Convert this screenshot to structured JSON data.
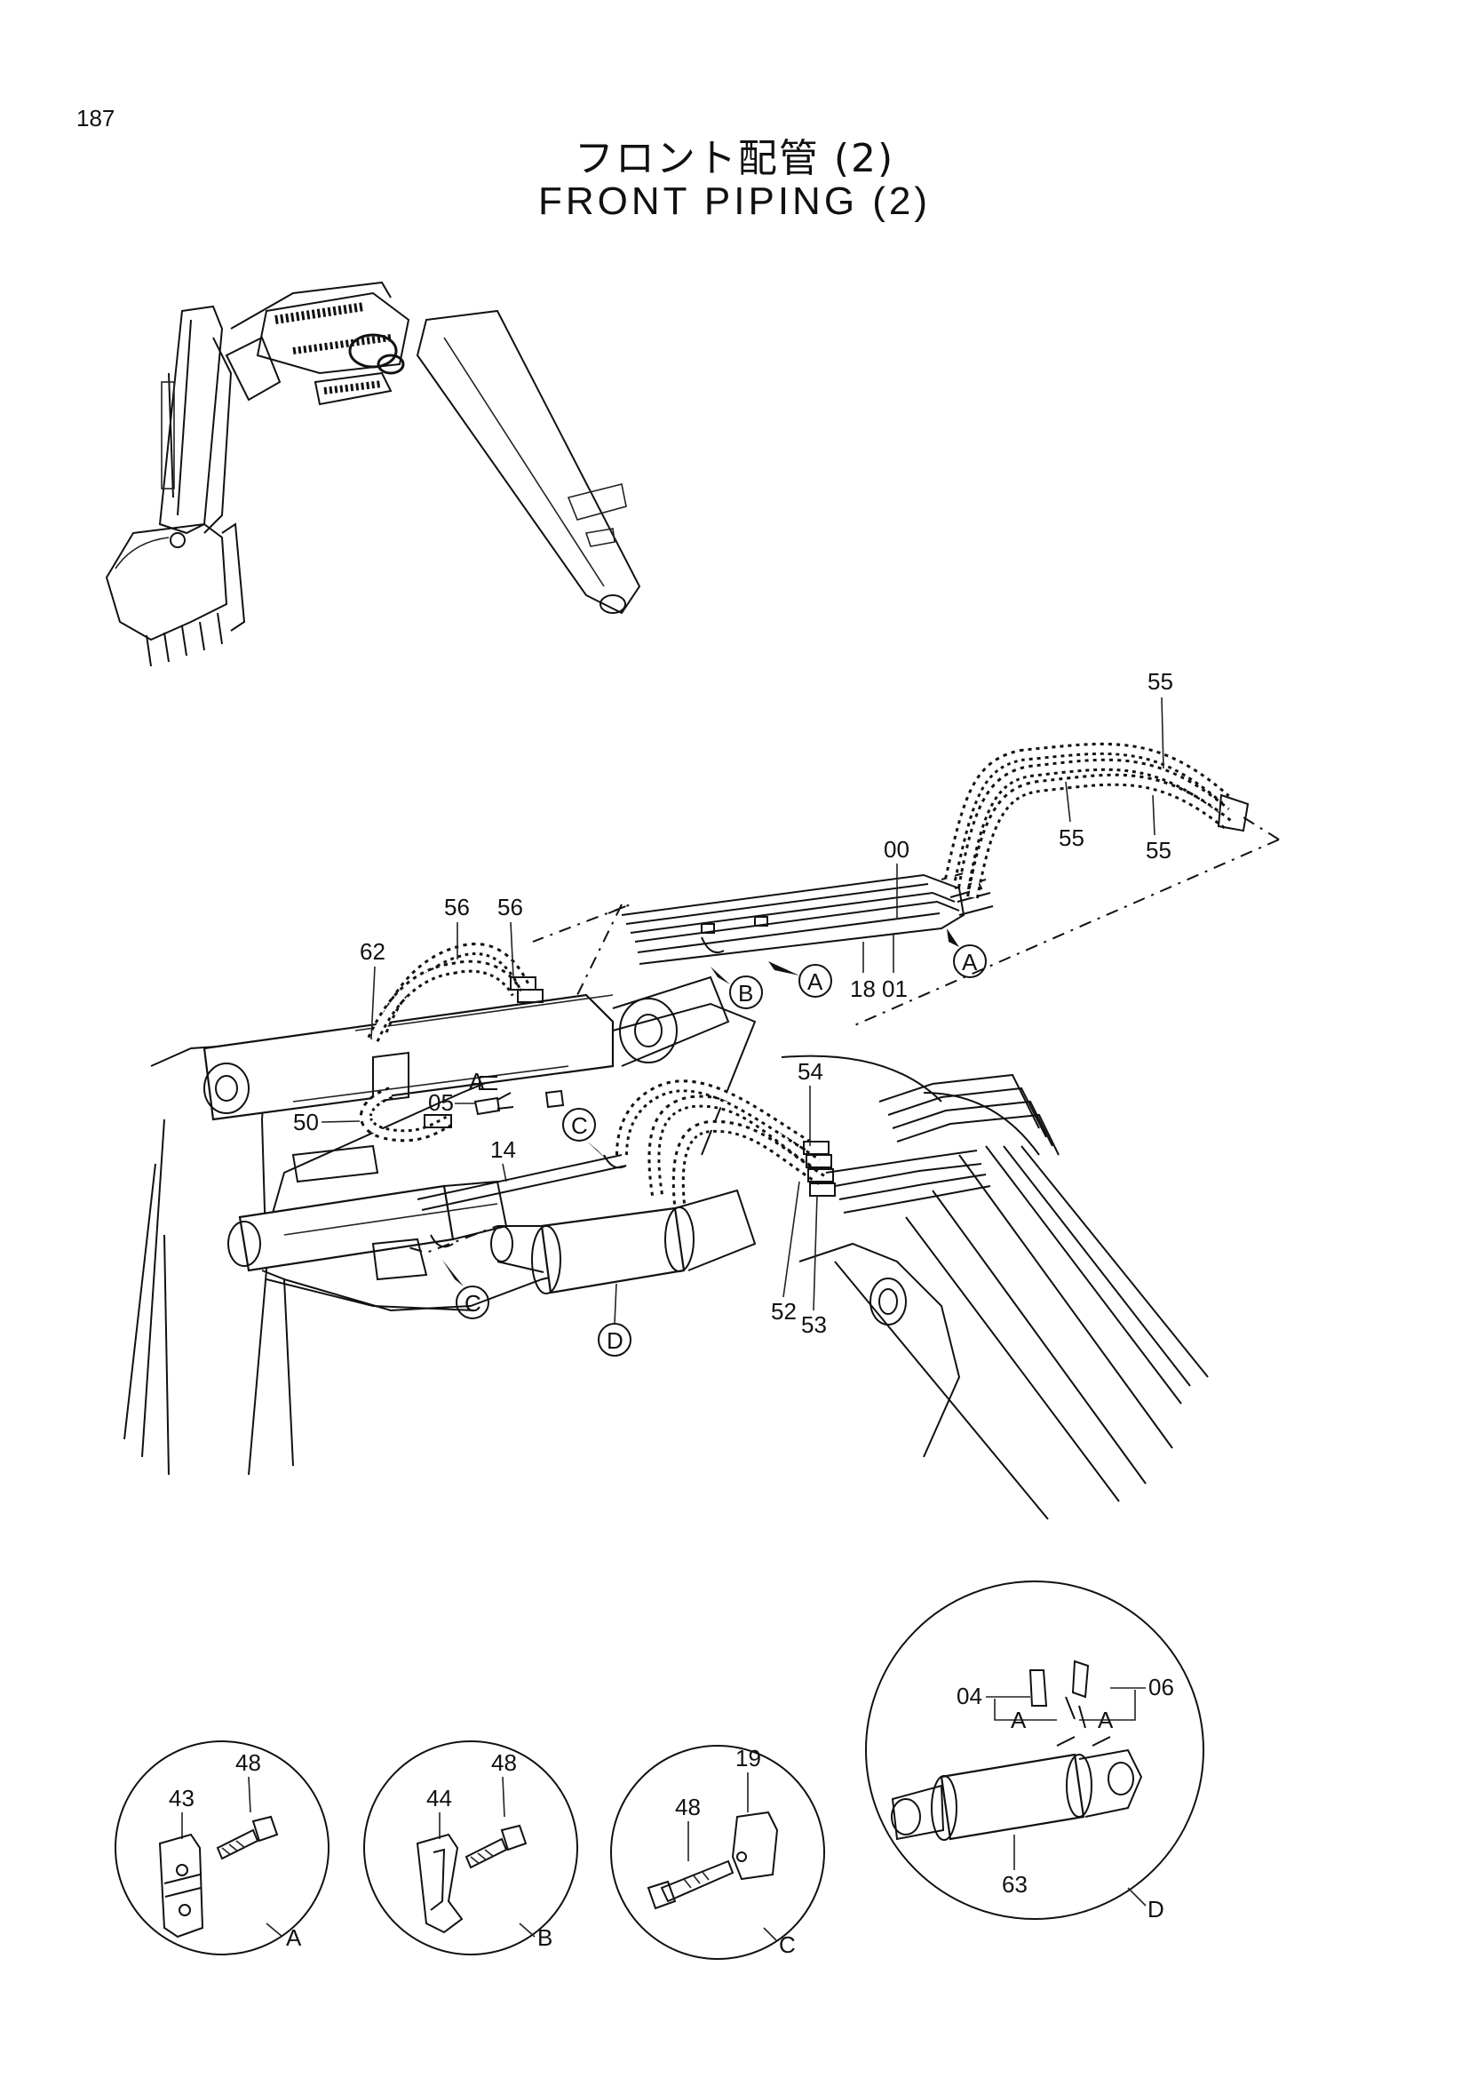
{
  "page_number": "187",
  "title_jp": "フロント配管 (2)",
  "title_en": "FRONT PIPING (2)",
  "callouts": {
    "c55a": "55",
    "c55b": "55",
    "c55c": "55",
    "c00": "00",
    "c01": "01",
    "c18": "18",
    "c56a": "56",
    "c56b": "56",
    "c62": "62",
    "c50": "50",
    "c05": "05",
    "c14": "14",
    "c54": "54",
    "c52": "52",
    "c53": "53"
  },
  "view_refs": {
    "a1": "A",
    "a2": "A",
    "b": "B",
    "c1": "C",
    "c2": "C",
    "d": "D",
    "small_a": "A"
  },
  "details": {
    "A": {
      "letter": "A",
      "parts": [
        "43",
        "48"
      ]
    },
    "B": {
      "letter": "B",
      "parts": [
        "44",
        "48"
      ]
    },
    "C": {
      "letter": "C",
      "parts": [
        "19",
        "48"
      ]
    },
    "D": {
      "letter": "D",
      "parts": [
        "04",
        "06",
        "63"
      ],
      "sub_a1": "A",
      "sub_a2": "A"
    }
  }
}
